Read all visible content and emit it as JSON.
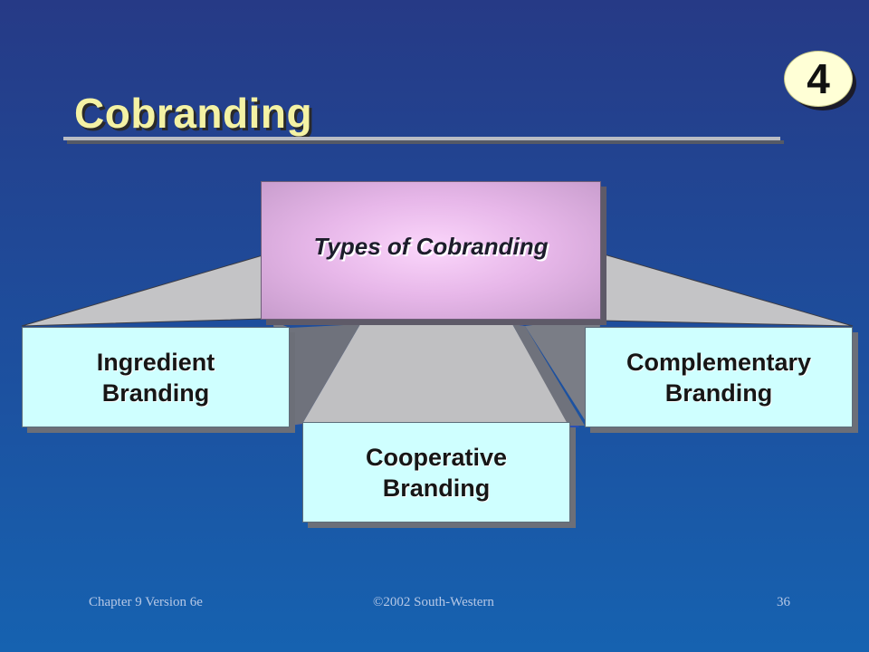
{
  "slide": {
    "title": "Cobranding",
    "badge": "4"
  },
  "diagram": {
    "center_label": "Types of Cobranding",
    "boxes": [
      {
        "line1": "Ingredient",
        "line2": "Branding"
      },
      {
        "line1": "Cooperative",
        "line2": "Branding"
      },
      {
        "line1": "Complementary",
        "line2": "Branding"
      }
    ]
  },
  "footer": {
    "left": "Chapter 9 Version 6e",
    "center": "©2002 South-Western",
    "right": "36"
  },
  "colors": {
    "background": "#1d4f9e",
    "title": "#f4f2a4",
    "box_fill": "#cfffff",
    "center_fill": "#e7b7e9",
    "connector_fill": "#c0c0c0"
  }
}
